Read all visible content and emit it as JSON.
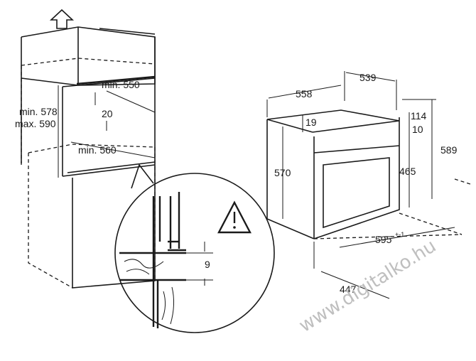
{
  "diagram": {
    "left": {
      "min_width_label": "min. 550",
      "min_height_label": "min. 578",
      "max_height_label": "max. 590",
      "gap_label": "20",
      "min_depth_label": "min. 560"
    },
    "detail": {
      "gap_label": "9"
    },
    "right": {
      "depth_total_label": "558",
      "depth_body_label": "539",
      "height_top_label": "114",
      "height_top_sub_label": "10",
      "height_total_label": "589",
      "top_offset_label": "19",
      "height_front_label": "570",
      "height_door_label": "465",
      "width_label": "595",
      "width_tolerance_label": "+-1",
      "depth_bottom_label": "447"
    },
    "watermark": "www.digitalko.hu",
    "icons": [
      "up-arrow-icon",
      "warning-icon"
    ]
  }
}
